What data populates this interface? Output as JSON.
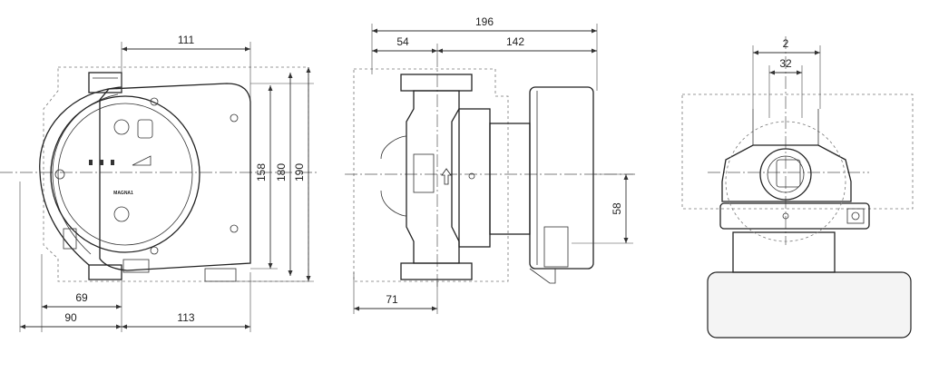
{
  "dimensions": {
    "front_width_top": "111",
    "front_height_inner": "158",
    "front_height_mid": "180",
    "front_height_outer": "190",
    "front_offset_small": "69",
    "front_offset_left": "90",
    "front_width_right": "113",
    "side_total_length": "196",
    "side_port_offset": "54",
    "side_motor_length": "142",
    "side_port_depth": "71",
    "side_height_small": "58",
    "end_width_outer": "2",
    "end_width_inner": "32"
  },
  "labels": {
    "brand_text": "MAGNA1"
  }
}
